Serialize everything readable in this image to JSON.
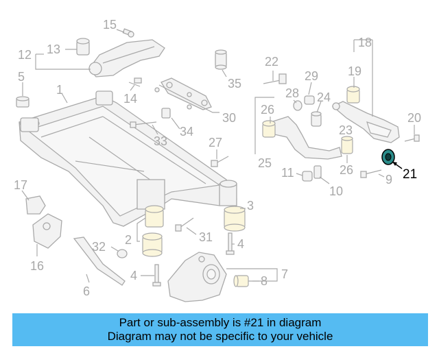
{
  "labels": {
    "l1": "1",
    "l2": "2",
    "l3": "3",
    "l4a": "4",
    "l4b": "4",
    "l5": "5",
    "l6": "6",
    "l7": "7",
    "l8": "8",
    "l9": "9",
    "l10": "10",
    "l11": "11",
    "l12": "12",
    "l13": "13",
    "l14": "14",
    "l15": "15",
    "l16": "16",
    "l17": "17",
    "l18": "18",
    "l19": "19",
    "l20": "20",
    "l21": "21",
    "l22": "22",
    "l23": "23",
    "l24": "24",
    "l25": "25",
    "l26a": "26",
    "l26b": "26",
    "l27": "27",
    "l28": "28",
    "l29": "29",
    "l30": "30",
    "l31": "31",
    "l32": "32",
    "l33": "33",
    "l34": "34",
    "l35": "35"
  },
  "highlight": {
    "part_number": "21",
    "color": "#2a8c8a"
  },
  "banner": {
    "line1": "Part or sub-assembly is #21 in diagram",
    "line2": "Diagram may not be specific to your vehicle",
    "background": "#55bbf2"
  }
}
